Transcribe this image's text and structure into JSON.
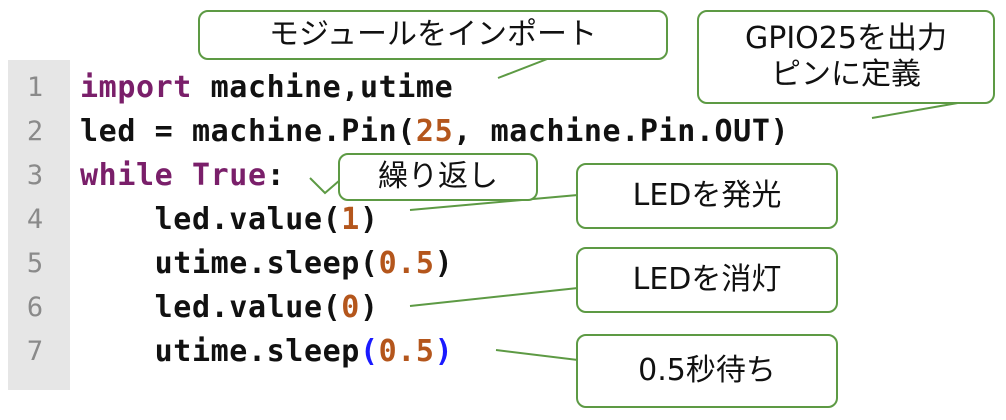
{
  "code": {
    "line_numbers": [
      "1",
      "2",
      "3",
      "4",
      "5",
      "6",
      "7"
    ],
    "lines": [
      {
        "parts": [
          {
            "t": "import",
            "c": "kw"
          },
          {
            "t": " machine,utime",
            "c": ""
          }
        ]
      },
      {
        "parts": [
          {
            "t": "led = machine.Pin(",
            "c": ""
          },
          {
            "t": "25",
            "c": "num"
          },
          {
            "t": ", machine.Pin.OUT)",
            "c": ""
          }
        ]
      },
      {
        "parts": [
          {
            "t": "while",
            "c": "kw"
          },
          {
            "t": " ",
            "c": ""
          },
          {
            "t": "True",
            "c": "kw"
          },
          {
            "t": ":",
            "c": ""
          }
        ]
      },
      {
        "parts": [
          {
            "t": "    led.value(",
            "c": ""
          },
          {
            "t": "1",
            "c": "num"
          },
          {
            "t": ")",
            "c": ""
          }
        ]
      },
      {
        "parts": [
          {
            "t": "    utime.sleep(",
            "c": ""
          },
          {
            "t": "0.5",
            "c": "num"
          },
          {
            "t": ")",
            "c": ""
          }
        ]
      },
      {
        "parts": [
          {
            "t": "    led.value(",
            "c": ""
          },
          {
            "t": "0",
            "c": "num"
          },
          {
            "t": ")",
            "c": ""
          }
        ]
      },
      {
        "parts": [
          {
            "t": "    utime.sleep",
            "c": ""
          },
          {
            "t": "(",
            "c": "paren-hl"
          },
          {
            "t": "0.5",
            "c": "num"
          },
          {
            "t": ")",
            "c": "paren-hl"
          }
        ]
      }
    ]
  },
  "callouts": {
    "import_modules": "モジュールをインポート",
    "gpio_line1": "GPIO25を出力",
    "gpio_line2": "ピンに定義",
    "repeat": "繰り返し",
    "led_on": "LEDを発光",
    "led_off": "LEDを消灯",
    "wait": "0.5秒待ち"
  },
  "colors": {
    "callout_border": "#5d9a44",
    "keyword": "#7a1f6a",
    "number": "#b4561c",
    "matched_paren": "#1a1aff",
    "gutter": "#e6e6e6"
  }
}
